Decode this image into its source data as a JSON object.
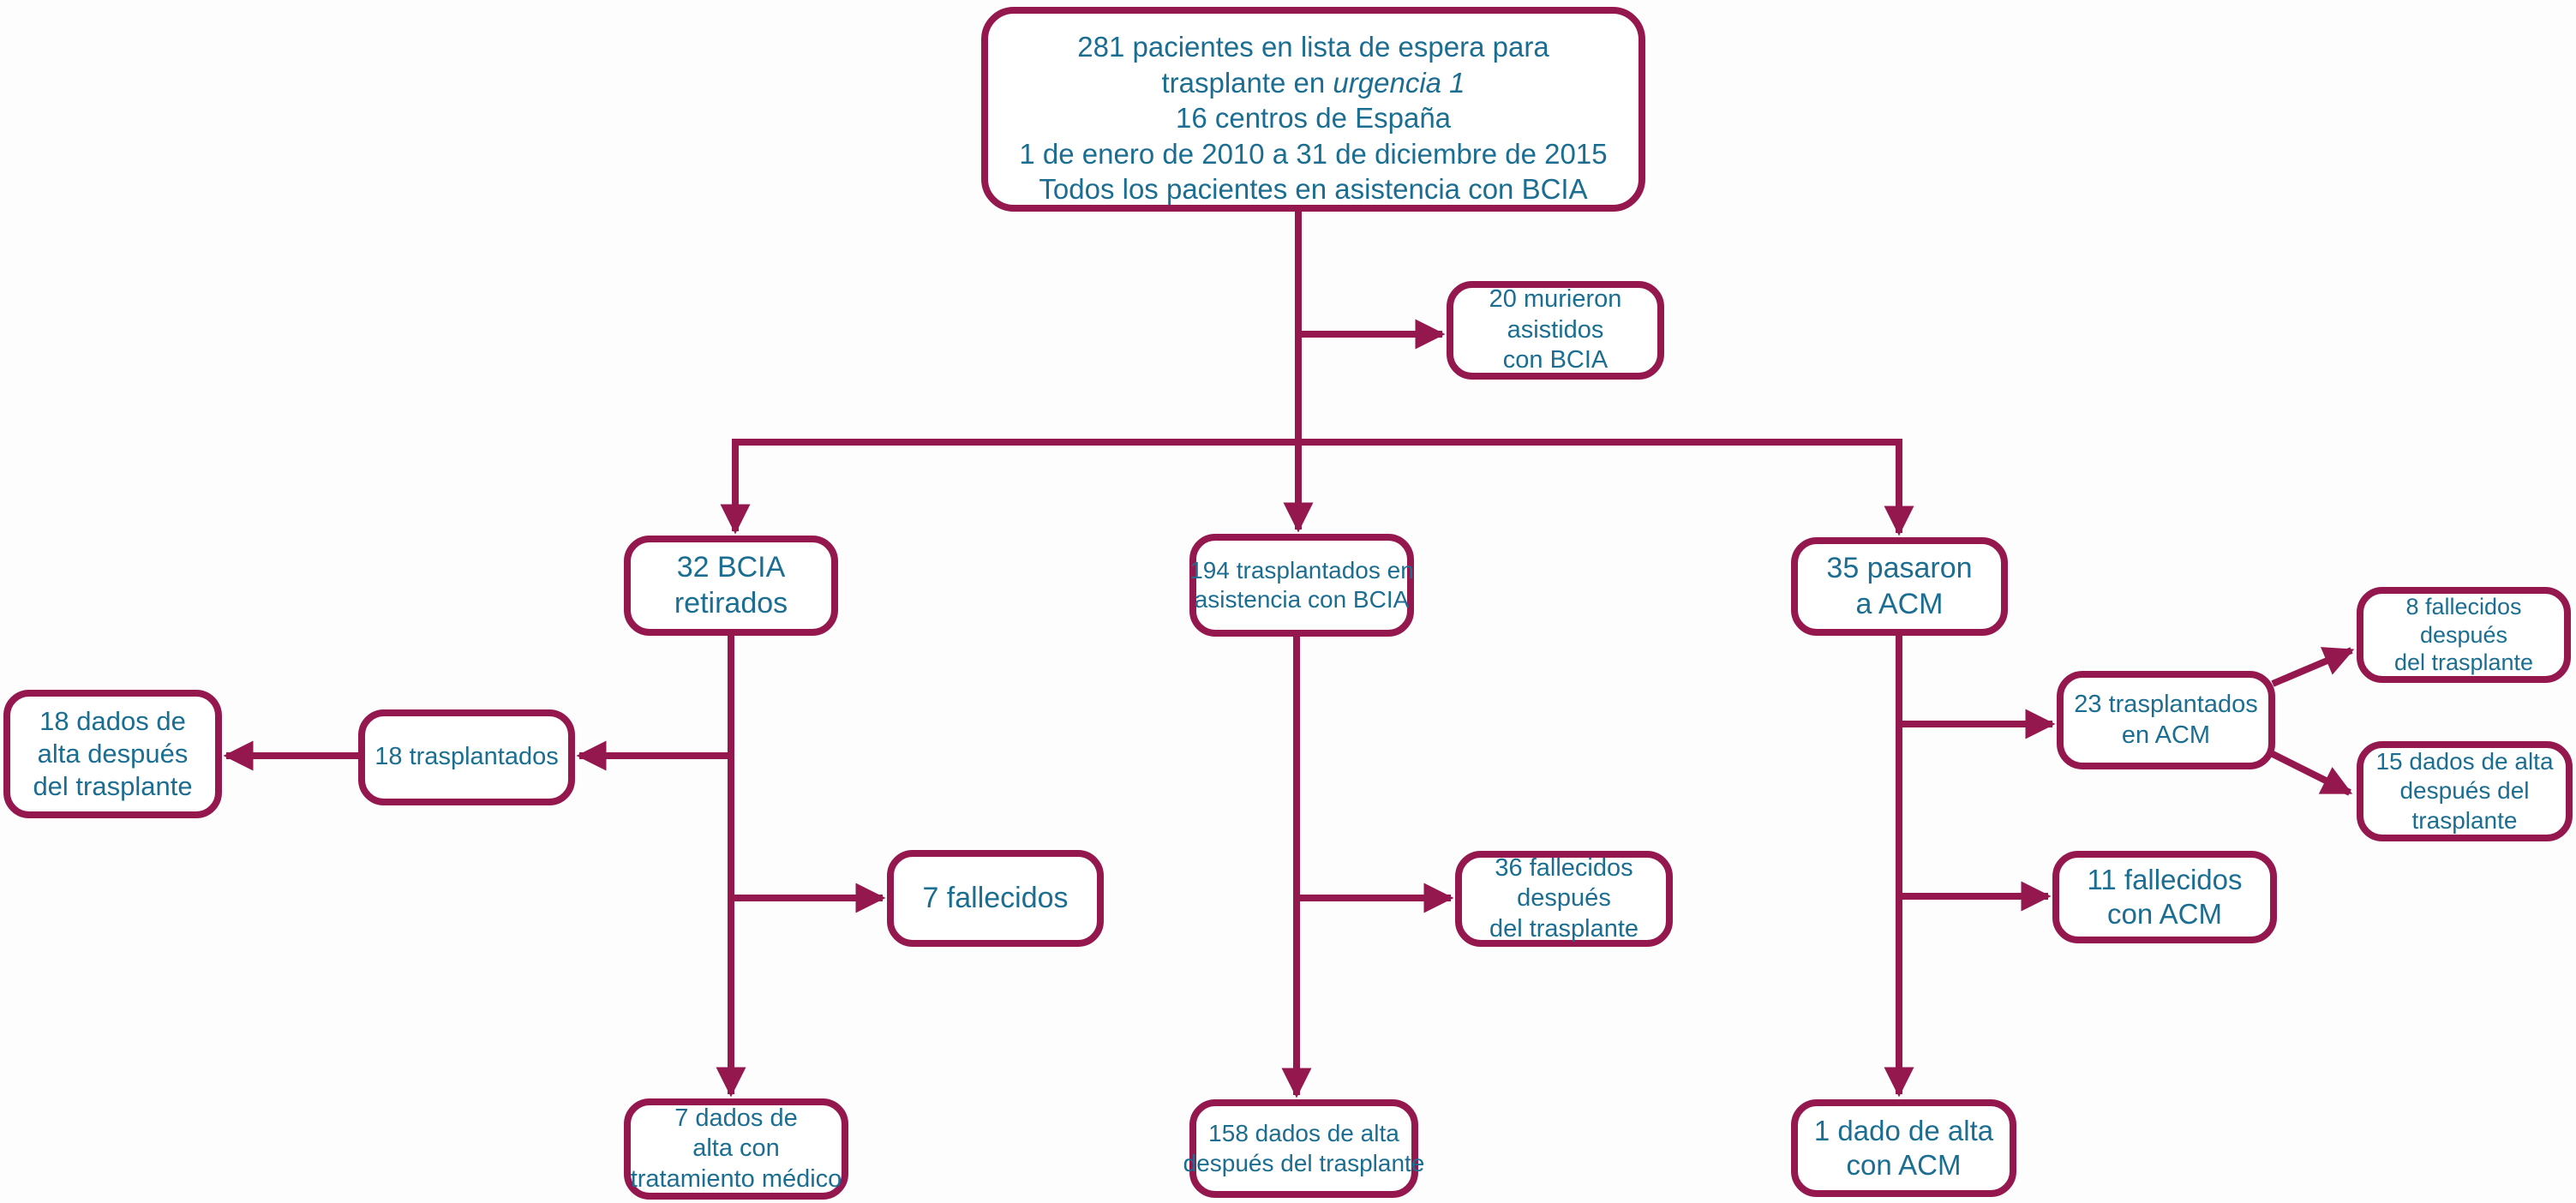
{
  "colors": {
    "accent": "#94174E",
    "text": "#1B6E91",
    "background": "#FDFDFD"
  },
  "nodes": {
    "waitlist": {
      "line1": "281 pacientes en lista de espera para",
      "line2_plain": "trasplante en ",
      "line2_italic": "urgencia 1",
      "line3": "16 centros de España",
      "line4": "1 de enero de 2010 a 31 de diciembre de 2015",
      "line5": "Todos los pacientes en asistencia con BCIA"
    },
    "died_bcia": {
      "lines": [
        "20 murieron",
        "asistidos",
        "con BCIA"
      ]
    },
    "bcia_retirados": {
      "lines": [
        "32 BCIA",
        "retirados"
      ]
    },
    "trasplantados_bcia": {
      "lines": [
        "194 trasplantados en",
        "asistencia con BCIA"
      ]
    },
    "pasaron_acm": {
      "lines": [
        "35 pasaron",
        "a ACM"
      ]
    },
    "trasplantados_18": {
      "lines": [
        "18 trasplantados"
      ]
    },
    "alta_18": {
      "lines": [
        "18 dados de",
        "alta después",
        "del trasplante"
      ]
    },
    "fallecidos_7": {
      "lines": [
        "7 fallecidos"
      ]
    },
    "fallecidos_36": {
      "lines": [
        "36 fallecidos",
        "después",
        "del trasplante"
      ]
    },
    "trasplantados_23": {
      "lines": [
        "23 trasplantados",
        "en ACM"
      ]
    },
    "fallecidos_8": {
      "lines": [
        "8 fallecidos",
        "después",
        "del trasplante"
      ]
    },
    "alta_15": {
      "lines": [
        "15 dados de alta",
        "después del",
        "trasplante"
      ]
    },
    "fallecidos_11": {
      "lines": [
        "11 fallecidos",
        "con ACM"
      ]
    },
    "alta_7": {
      "lines": [
        "7 dados de",
        "alta con",
        "tratamiento médico"
      ]
    },
    "alta_158": {
      "lines": [
        "158 dados de alta",
        "después del trasplante"
      ]
    },
    "alta_1": {
      "lines": [
        "1 dado de alta",
        "con ACM"
      ]
    }
  },
  "edges": [
    {
      "from": "waitlist",
      "to": "died_bcia"
    },
    {
      "from": "waitlist",
      "to": "bcia_retirados"
    },
    {
      "from": "waitlist",
      "to": "trasplantados_bcia"
    },
    {
      "from": "waitlist",
      "to": "pasaron_acm"
    },
    {
      "from": "bcia_retirados",
      "to": "trasplantados_18"
    },
    {
      "from": "trasplantados_18",
      "to": "alta_18"
    },
    {
      "from": "bcia_retirados",
      "to": "fallecidos_7"
    },
    {
      "from": "bcia_retirados",
      "to": "alta_7"
    },
    {
      "from": "trasplantados_bcia",
      "to": "fallecidos_36"
    },
    {
      "from": "trasplantados_bcia",
      "to": "alta_158"
    },
    {
      "from": "pasaron_acm",
      "to": "trasplantados_23"
    },
    {
      "from": "trasplantados_23",
      "to": "fallecidos_8"
    },
    {
      "from": "trasplantados_23",
      "to": "alta_15"
    },
    {
      "from": "pasaron_acm",
      "to": "fallecidos_11"
    },
    {
      "from": "pasaron_acm",
      "to": "alta_1"
    }
  ]
}
